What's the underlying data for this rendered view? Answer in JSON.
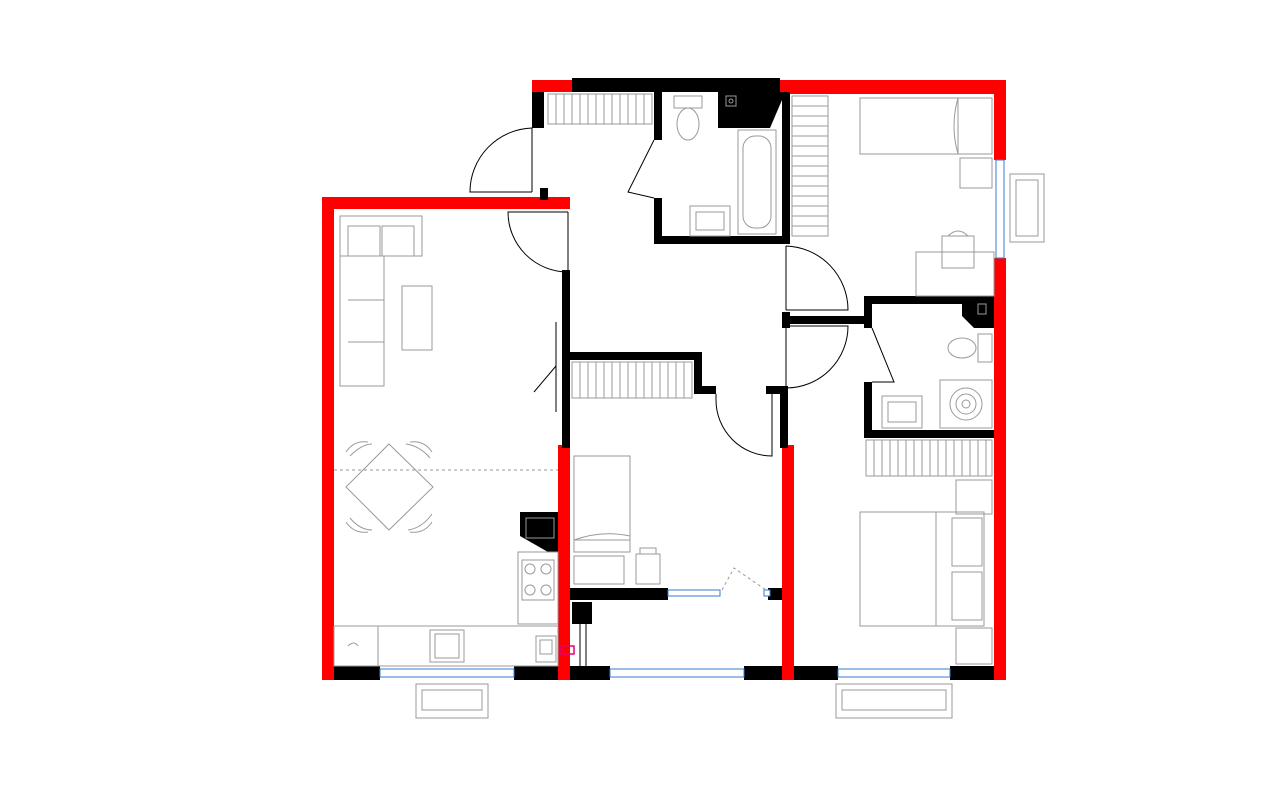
{
  "plan": {
    "colors": {
      "external_wall": "#ff0000",
      "internal_wall": "#000000",
      "window_glazing": "#3a7bd5",
      "fixture_line": "#9a9a9a",
      "highlight": "#e0007a"
    },
    "rooms": [
      "living-kitchen-dining",
      "entrance-hall",
      "bathroom",
      "bedroom-study",
      "en-suite",
      "single-bedroom",
      "double-bedroom"
    ],
    "icons": [
      "door-swing-icon",
      "window-icon",
      "stair-icon",
      "toilet-icon",
      "bath-icon",
      "sink-icon",
      "hob-icon",
      "bed-icon",
      "sofa-icon",
      "table-icon",
      "chair-icon",
      "shower-icon"
    ]
  }
}
